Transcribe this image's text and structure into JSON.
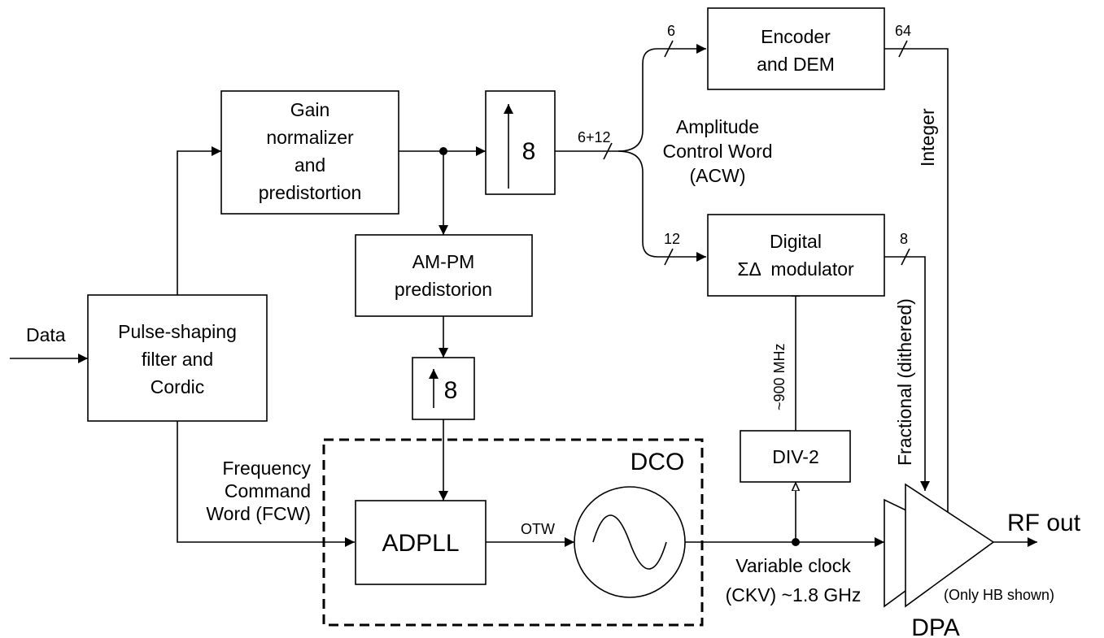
{
  "input_label": "Data",
  "output_label": "RF out",
  "blocks": {
    "pulse": [
      "Pulse-shaping",
      "filter and",
      "Cordic"
    ],
    "gain": [
      "Gain",
      "normalizer",
      "and",
      "predistortion"
    ],
    "up8_top": "8",
    "ampm": [
      "AM-PM",
      "predistorion"
    ],
    "up8_bottom": "8",
    "encoder": [
      "Encoder",
      "and DEM"
    ],
    "sigma": [
      "Digital",
      "ΣΔ  modulator"
    ],
    "div2": "DIV-2",
    "adpll": "ADPLL",
    "dco": "DCO",
    "dpa": "DPA"
  },
  "labels": {
    "fcw": [
      "Frequency",
      "Command",
      "Word (FCW)"
    ],
    "otw": "OTW",
    "acw": [
      "Amplitude",
      "Control Word",
      "(ACW)"
    ],
    "bus_main": "6+12",
    "bus_6": "6",
    "bus_12": "12",
    "bus_64": "64",
    "bus_8": "8",
    "integer": "Integer",
    "fractional": "Fractional (dithered)",
    "freq_900": "~900 MHz",
    "ckv": [
      "Variable clock",
      "(CKV) ~1.8 GHz"
    ],
    "only_hb": "(Only HB shown)"
  }
}
